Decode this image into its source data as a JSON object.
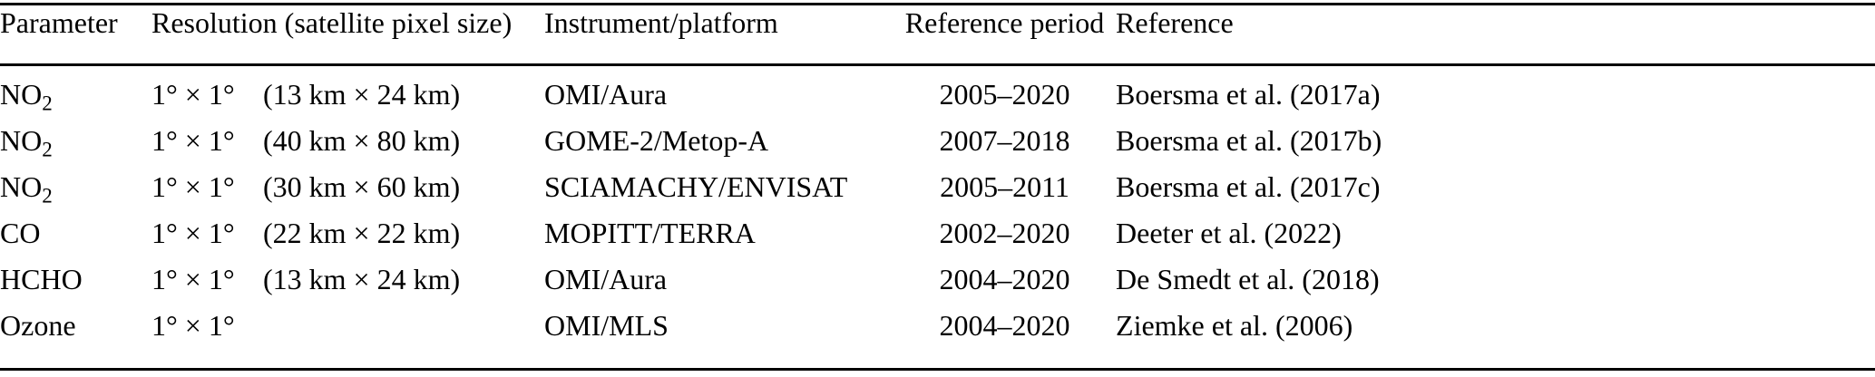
{
  "table": {
    "columns": [
      "Parameter",
      "Resolution (satellite pixel size)",
      "Instrument/platform",
      "Reference period",
      "Reference"
    ],
    "column_labels": {
      "parameter": "Parameter",
      "resolution": "Resolution (satellite pixel size)",
      "instrument": "Instrument/platform",
      "period": "Reference period",
      "reference": "Reference"
    },
    "rows": [
      {
        "parameter_formula": "NO",
        "parameter_subscript": "2",
        "parameter": "NO2",
        "resolution": "1° × 1°",
        "pixel_size": "(13 km × 24 km)",
        "instrument": "OMI/Aura",
        "period": "2005–2020",
        "reference": "Boersma et al. (2017a)"
      },
      {
        "parameter_formula": "NO",
        "parameter_subscript": "2",
        "parameter": "NO2",
        "resolution": "1° × 1°",
        "pixel_size": "(40 km × 80 km)",
        "instrument": "GOME-2/Metop-A",
        "period": "2007–2018",
        "reference": "Boersma et al. (2017b)"
      },
      {
        "parameter_formula": "NO",
        "parameter_subscript": "2",
        "parameter": "NO2",
        "resolution": "1° × 1°",
        "pixel_size": "(30 km × 60 km)",
        "instrument": "SCIAMACHY/ENVISAT",
        "period": "2005–2011",
        "reference": "Boersma et al. (2017c)"
      },
      {
        "parameter_formula": "CO",
        "parameter_subscript": "",
        "parameter": "CO",
        "resolution": "1° × 1°",
        "pixel_size": "(22 km × 22 km)",
        "instrument": "MOPITT/TERRA",
        "period": "2002–2020",
        "reference": "Deeter et al. (2022)"
      },
      {
        "parameter_formula": "HCHO",
        "parameter_subscript": "",
        "parameter": "HCHO",
        "resolution": "1° × 1°",
        "pixel_size": "(13 km × 24 km)",
        "instrument": "OMI/Aura",
        "period": "2004–2020",
        "reference": "De Smedt et al. (2018)"
      },
      {
        "parameter_formula": "Ozone",
        "parameter_subscript": "",
        "parameter": "Ozone",
        "resolution": "1° × 1°",
        "pixel_size": "",
        "instrument": "OMI/MLS",
        "period": "2004–2020",
        "reference": "Ziemke et al. (2006)"
      }
    ]
  },
  "colors": {
    "text": "#000000",
    "background": "#ffffff",
    "rule": "#000000"
  }
}
